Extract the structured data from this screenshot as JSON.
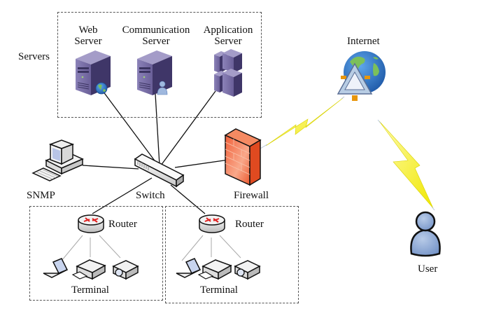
{
  "diagram": {
    "type": "network-topology",
    "groups": {
      "servers": {
        "label": "Servers"
      },
      "terminal_left": {
        "label": "Terminal"
      },
      "terminal_right": {
        "label": "Terminal"
      }
    },
    "nodes": {
      "web_server": {
        "label_line1": "Web",
        "label_line2": "Server",
        "icon": "server-tower-globe-icon"
      },
      "communication_server": {
        "label_line1": "Communication",
        "label_line2": "Server",
        "icon": "server-tower-user-icon"
      },
      "application_server": {
        "label_line1": "Application",
        "label_line2": "Server",
        "icon": "server-cluster-icon"
      },
      "internet": {
        "label": "Internet",
        "icon": "internet-globe-icon"
      },
      "snmp": {
        "label": "SNMP",
        "icon": "desktop-computer-icon"
      },
      "switch": {
        "label": "Switch",
        "icon": "network-switch-icon"
      },
      "firewall": {
        "label": "Firewall",
        "icon": "firewall-icon"
      },
      "router_left": {
        "label": "Router",
        "icon": "router-icon"
      },
      "router_right": {
        "label": "Router",
        "icon": "router-icon"
      },
      "user": {
        "label": "User",
        "icon": "user-icon"
      }
    },
    "terminal_devices": [
      "laptop-icon",
      "fax-printer-icon",
      "projector-icon"
    ],
    "connections": [
      {
        "from": "switch",
        "to": "web_server",
        "style": "wired"
      },
      {
        "from": "switch",
        "to": "communication_server",
        "style": "wired"
      },
      {
        "from": "switch",
        "to": "application_server",
        "style": "wired"
      },
      {
        "from": "switch",
        "to": "snmp",
        "style": "wired"
      },
      {
        "from": "switch",
        "to": "firewall",
        "style": "wired"
      },
      {
        "from": "switch",
        "to": "router_left",
        "style": "wired"
      },
      {
        "from": "switch",
        "to": "router_right",
        "style": "wired"
      },
      {
        "from": "firewall",
        "to": "internet",
        "style": "wireless"
      },
      {
        "from": "internet",
        "to": "user",
        "style": "wireless"
      },
      {
        "from": "router_left",
        "to": "terminal_left",
        "style": "wired-thin"
      },
      {
        "from": "router_right",
        "to": "terminal_right",
        "style": "wired-thin"
      }
    ],
    "colors": {
      "server": "#5a4f86",
      "firewall": "#f06a3a",
      "lightning": "#f5ef1a",
      "globe_ocean": "#2f74c4",
      "globe_land": "#7cc05a",
      "user": "#7f9fcf",
      "router_arrows": "#e02020"
    }
  }
}
